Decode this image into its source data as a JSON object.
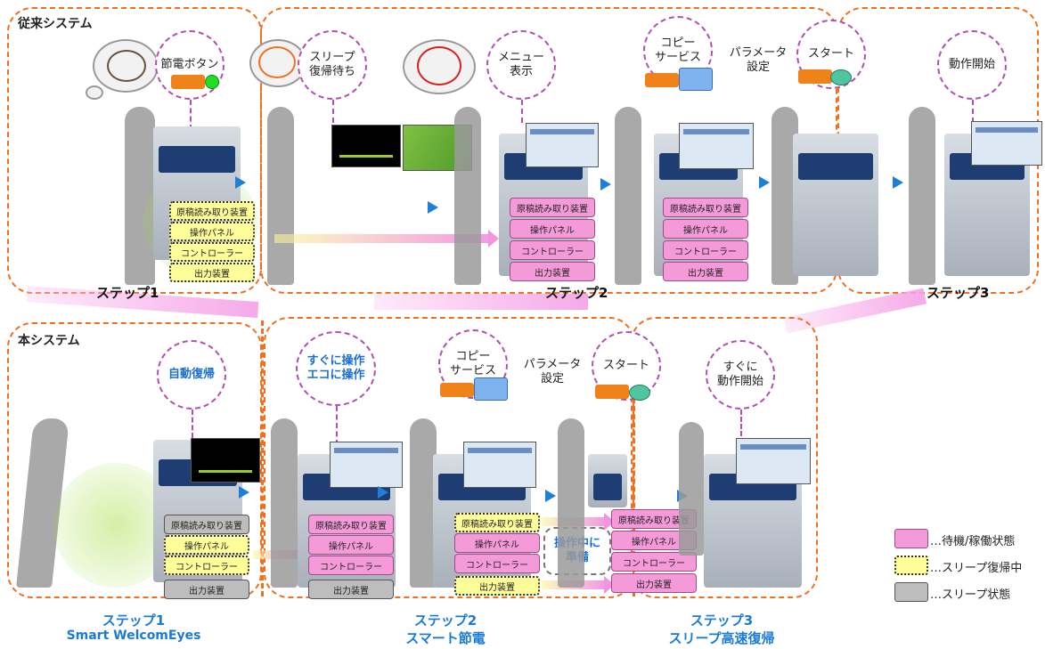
{
  "legacy": {
    "title": "従来システム",
    "steps": [
      "ステップ1",
      "ステップ2",
      "ステップ3"
    ],
    "bubbles": [
      "節電ボタン",
      "スリープ\n復帰待ち",
      "メニュー\n表示",
      "コピー\nサービス",
      "スタート",
      "動作開始"
    ],
    "param_label": "パラメータ\n設定"
  },
  "new": {
    "title": "本システム",
    "steps": [
      "ステップ1",
      "ステップ2",
      "ステップ3"
    ],
    "step_subtitles": [
      "Smart WelcomEyes",
      "スマート節電",
      "スリープ高速復帰"
    ],
    "bubbles": [
      "自動復帰",
      "すぐに操作\nエコに操作",
      "コピー\nサービス",
      "スタート",
      "すぐに\n動作開始"
    ],
    "param_label": "パラメータ\n設定",
    "callout": "操作中に\n準備"
  },
  "modules": [
    "原稿読み取り装置",
    "操作パネル",
    "コントローラー",
    "出力装置"
  ],
  "legend": [
    {
      "label": "…待機/稼働状態",
      "color": "#f59ad8"
    },
    {
      "label": "…スリープ復帰中",
      "color": "#fdfd9a"
    },
    {
      "label": "…スリープ状態",
      "color": "#bdbdbd"
    }
  ]
}
